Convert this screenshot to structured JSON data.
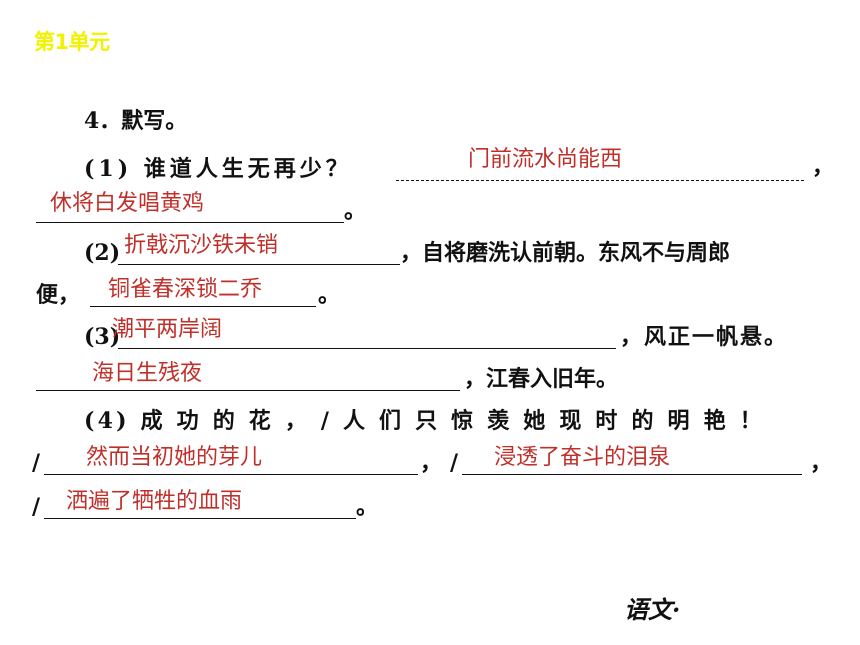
{
  "header": {
    "unit_label": "第1单元"
  },
  "question": {
    "title": "4．默写。",
    "q1": {
      "prefix": "(1) 谁道人生无再少？",
      "comma": "，",
      "answer1": "门前流水尚能西",
      "answer2": "休将白发唱黄鸡",
      "end": "。"
    },
    "q2": {
      "prefix": "(2)",
      "mid": "，自将磨洗认前朝。东风不与周郎",
      "line2_prefix": "便，",
      "answer1": "折戟沉沙铁未销",
      "answer2": "铜雀春深锁二乔",
      "end": "。"
    },
    "q3": {
      "prefix": "(3)",
      "mid": "，风正一帆悬。",
      "answer1": "潮平两岸阔",
      "answer2": "海日生残夜",
      "end": "，江春入旧年。"
    },
    "q4": {
      "prefix": "(4) 成 功 的 花 ， / 人 们 只 惊 羡 她 现 时 的 明 艳 ！",
      "slash": "/",
      "comma": "，",
      "answer1": "然而当初她的芽儿",
      "answer2": "浸透了奋斗的泪泉",
      "answer3": "洒遍了牺牲的血雨",
      "end": "。"
    }
  },
  "footer": {
    "subject": "语文·"
  }
}
